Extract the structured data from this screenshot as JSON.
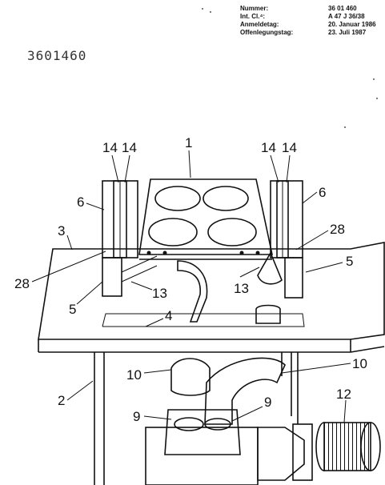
{
  "header": {
    "fields": [
      {
        "label": "Nummer:",
        "value": "36 01 460"
      },
      {
        "label": "Int. Cl.⁴:",
        "value": "A 47 J 36/38"
      },
      {
        "label": "Anmeldetag:",
        "value": "20. Januar 1986"
      },
      {
        "label": "Offenlegungstag:",
        "value": "23. Juli 1987"
      }
    ],
    "document_number": "3601460"
  },
  "figure": {
    "labels": [
      "1",
      "14",
      "14",
      "14",
      "14",
      "6",
      "6",
      "3",
      "28",
      "28",
      "5",
      "5",
      "13",
      "13",
      "4",
      "10",
      "10",
      "2",
      "9",
      "9",
      "12"
    ]
  }
}
